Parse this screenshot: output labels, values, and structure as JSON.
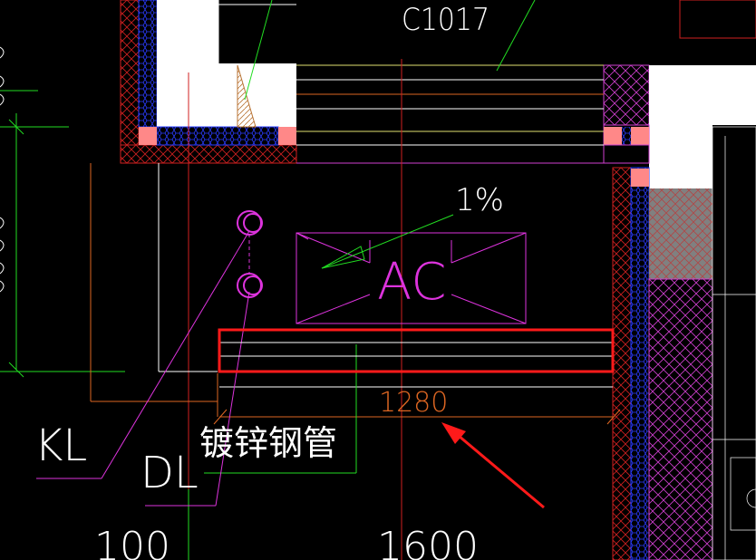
{
  "labels": {
    "window_tag": "C1017",
    "slope": "1%",
    "ac_unit": "AC",
    "dimension_1280": "1280",
    "kl": "KL",
    "dl": "DL",
    "pipe_note": "镀锌钢管",
    "dim_100": "100",
    "dim_1600": "1600"
  },
  "colors": {
    "background": "#000000",
    "white": "#ffffff",
    "green": "#22dd22",
    "red": "#e02020",
    "magenta": "#dd33dd",
    "blue": "#2233ee",
    "orange": "#dd6622",
    "yellow": "#e0e070",
    "pink": "#ff8888",
    "gray": "#808080",
    "highlight": "#ff1a1a"
  }
}
